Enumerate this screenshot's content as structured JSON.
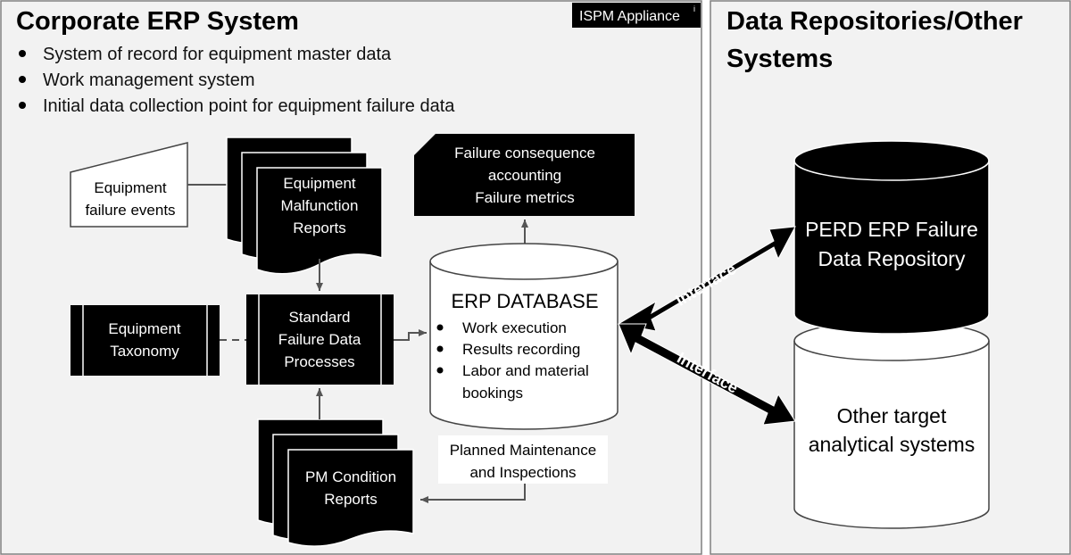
{
  "left_panel": {
    "title": "Corporate ERP System",
    "badge": "ISPM Appliance",
    "badge_note": "i",
    "bullets": [
      "System of record for equipment master data",
      "Work management system",
      "Initial data collection point for equipment failure data"
    ]
  },
  "right_panel": {
    "title_line1": "Data Repositories/Other",
    "title_line2": "Systems"
  },
  "nodes": {
    "equipment_failure_events": [
      "Equipment",
      "failure events"
    ],
    "malfunction_reports": [
      "Equipment",
      "Malfunction",
      "Reports"
    ],
    "failure_consequence": [
      "Failure consequence",
      "accounting",
      "Failure metrics"
    ],
    "equipment_taxonomy": [
      "Equipment",
      "Taxonomy"
    ],
    "standard_processes": [
      "Standard",
      "Failure Data",
      "Processes"
    ],
    "erp_database": {
      "title": "ERP DATABASE",
      "bullets": [
        "Work execution",
        "Results recording",
        "Labor and material",
        "bookings"
      ]
    },
    "planned_maintenance": [
      "Planned Maintenance",
      "and Inspections"
    ],
    "pm_condition_reports": [
      "PM Condition",
      "Reports"
    ],
    "perd_repository": [
      "PERD ERP Failure",
      "Data Repository"
    ],
    "other_systems": [
      "Other target",
      "analytical systems"
    ]
  },
  "connections": {
    "interface_top": "Interface",
    "interface_bottom": "Interface"
  },
  "colors": {
    "panel_bg": "#f2f2f2",
    "box_dark": "#000000",
    "box_light": "#ffffff",
    "line": "#555555",
    "border": "#808080"
  }
}
